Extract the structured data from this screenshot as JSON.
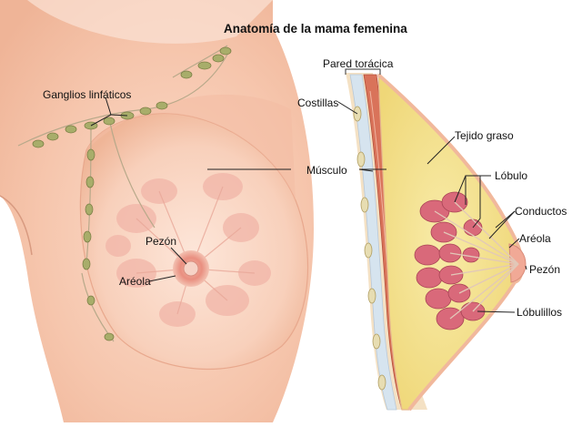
{
  "title": "Anatomía de la mama femenina",
  "labels": {
    "ganglios": "Ganglios linfáticos",
    "pezon_front": "Pezón",
    "areola_front": "Aréola",
    "pared": "Pared torácica",
    "costillas": "Costillas",
    "musculo": "Músculo",
    "tejido": "Tejido graso",
    "lobulo": "Lóbulo",
    "conductos": "Conductos",
    "areola_side": "Aréola",
    "pezon_side": "Pezón",
    "lobulillos": "Lóbulillos"
  },
  "colors": {
    "skin": "#f6c9ae",
    "skin_light": "#fbe0cf",
    "fat": "#f4e08a",
    "muscle": "#d9735a",
    "lobule": "#d86a78",
    "lymph": "#9aa05a"
  }
}
